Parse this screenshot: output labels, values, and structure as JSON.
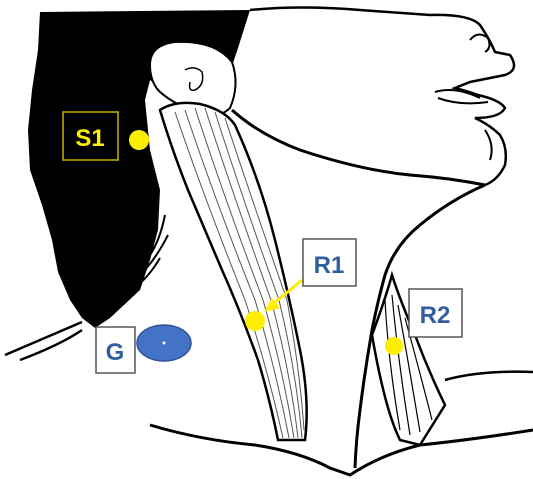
{
  "labels": {
    "s1": "S1",
    "r1": "R1",
    "r2": "R2",
    "g": "G"
  },
  "colors": {
    "point_yellow": "#ffee00",
    "label_yellow_text": "#ffee00",
    "label_blue_text": "#2f5f9e",
    "gland_fill": "#4472c4",
    "hair": "#000000",
    "line": "#000000"
  }
}
